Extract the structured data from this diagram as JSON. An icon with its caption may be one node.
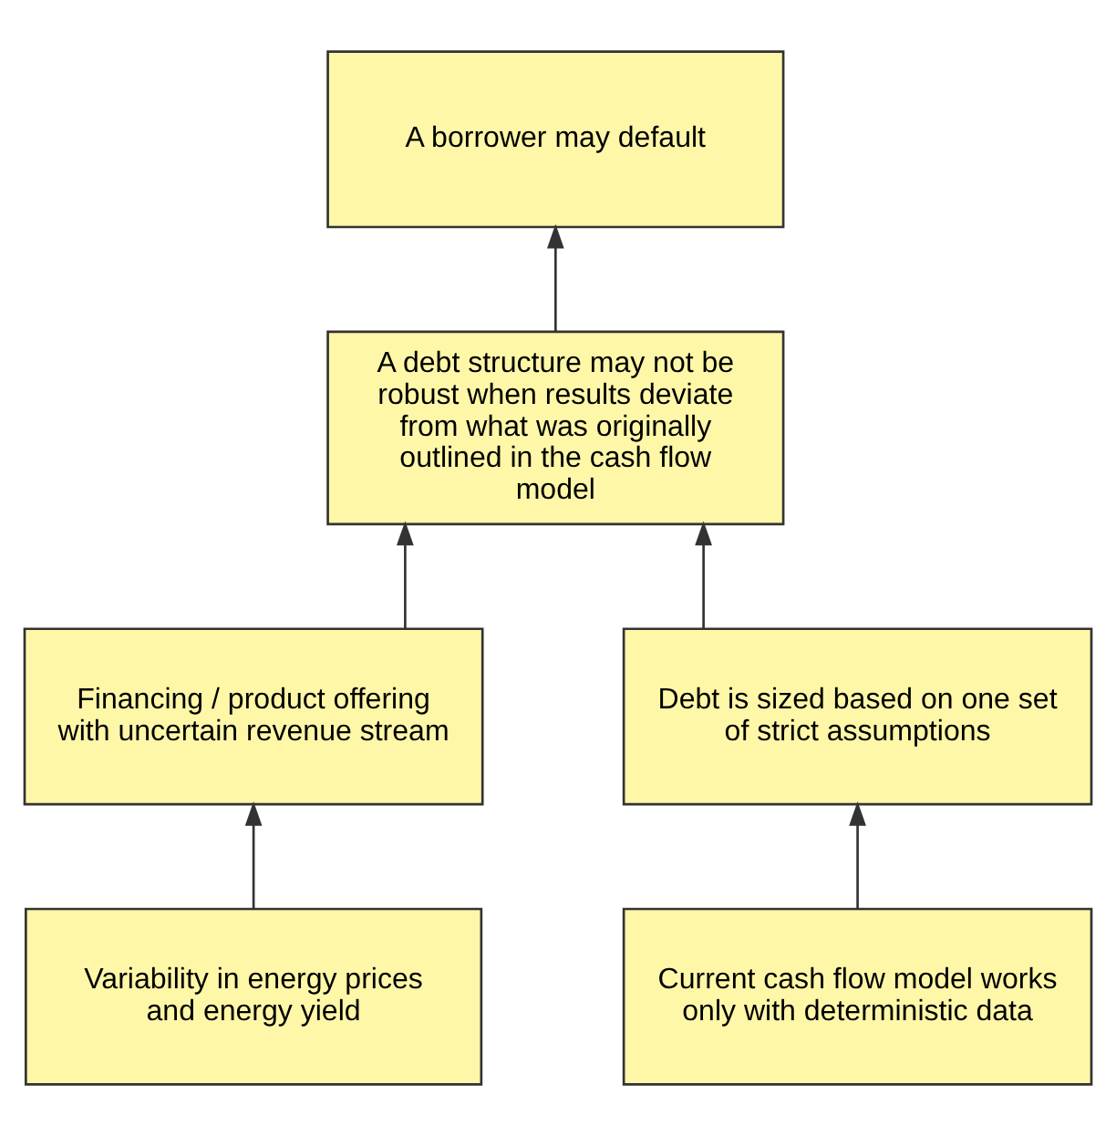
{
  "diagram": {
    "nodes": [
      {
        "text": [
          "A borrower may default"
        ]
      },
      {
        "text": [
          "A debt structure may not be robust when results deviate from what was originally outlined in the cash flow model"
        ]
      },
      {
        "text": [
          "Financing / product offering with uncertain revenue stream"
        ]
      },
      {
        "text": [
          "Debt is sized based on one set of strict assumptions"
        ]
      },
      {
        "text": [
          "Variability in energy prices and energy yield"
        ]
      },
      {
        "text": [
          "Current cash flow model works only with deterministic data"
        ]
      }
    ],
    "edges": [
      {
        "from": 1,
        "to": 0,
        "arrow": "to"
      },
      {
        "from": 2,
        "to": 1,
        "arrow": "to"
      },
      {
        "from": 3,
        "to": 1,
        "arrow": "to"
      },
      {
        "from": 4,
        "to": 2,
        "arrow": "to"
      },
      {
        "from": 5,
        "to": 3,
        "arrow": "to"
      }
    ]
  }
}
